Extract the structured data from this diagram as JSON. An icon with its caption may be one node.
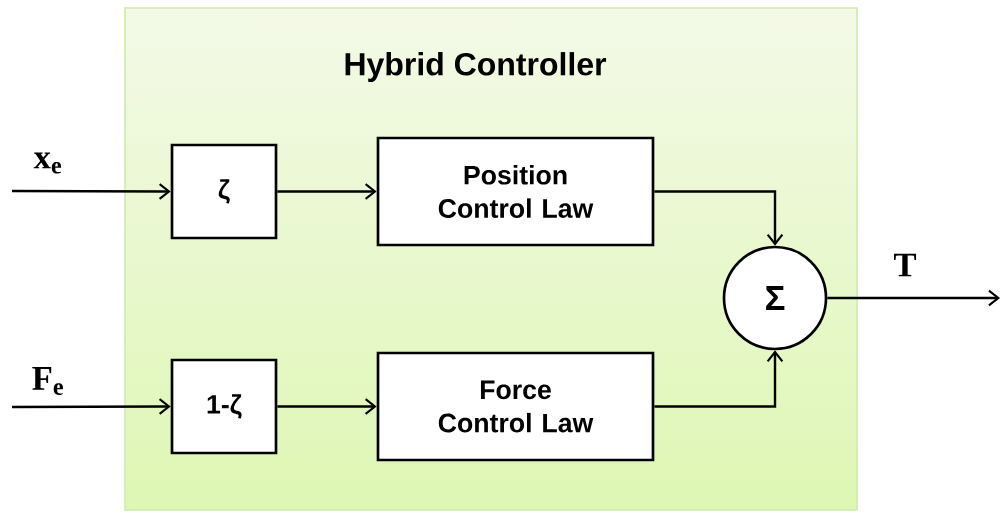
{
  "diagram": {
    "nodes": [
      {
        "text": [
          "Hybrid Controller"
        ]
      },
      {
        "text": [
          "ζ"
        ],
        "in": 0
      },
      {
        "text": [
          "Position Control Law"
        ],
        "in": 0
      },
      {
        "text": [
          "1-ζ"
        ],
        "in": 0
      },
      {
        "text": [
          "Force Control Law"
        ],
        "in": 0
      },
      {
        "text": [
          "Σ"
        ],
        "in": 0
      }
    ],
    "edges": [
      {
        "from": null,
        "to": 1,
        "arrow": "to",
        "label": "x$_{e}$"
      },
      {
        "from": 1,
        "to": 2,
        "arrow": "to"
      },
      {
        "from": 2,
        "to": 5,
        "arrow": "to"
      },
      {
        "from": null,
        "to": 3,
        "arrow": "to",
        "label": "F$_{e}$"
      },
      {
        "from": 3,
        "to": 4,
        "arrow": "to"
      },
      {
        "from": 4,
        "to": 5,
        "arrow": "to"
      },
      {
        "from": 5,
        "to": null,
        "arrow": "to",
        "label": "T"
      }
    ]
  }
}
